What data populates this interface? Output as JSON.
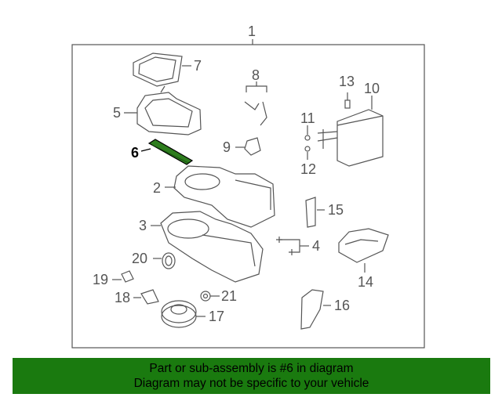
{
  "diagram": {
    "parts": [
      {
        "id": "1",
        "label": "1"
      },
      {
        "id": "2",
        "label": "2"
      },
      {
        "id": "3",
        "label": "3"
      },
      {
        "id": "4",
        "label": "4"
      },
      {
        "id": "5",
        "label": "5"
      },
      {
        "id": "6",
        "label": "6",
        "highlighted": true
      },
      {
        "id": "7",
        "label": "7"
      },
      {
        "id": "8",
        "label": "8"
      },
      {
        "id": "9",
        "label": "9"
      },
      {
        "id": "10",
        "label": "10"
      },
      {
        "id": "11",
        "label": "11"
      },
      {
        "id": "12",
        "label": "12"
      },
      {
        "id": "13",
        "label": "13"
      },
      {
        "id": "14",
        "label": "14"
      },
      {
        "id": "15",
        "label": "15"
      },
      {
        "id": "16",
        "label": "16"
      },
      {
        "id": "17",
        "label": "17"
      },
      {
        "id": "18",
        "label": "18"
      },
      {
        "id": "19",
        "label": "19"
      },
      {
        "id": "20",
        "label": "20"
      },
      {
        "id": "21",
        "label": "21"
      }
    ],
    "highlight_color": "#2e7d1e"
  },
  "banner": {
    "line1": "Part or sub-assembly is #6 in diagram",
    "line2": "Diagram may not be specific to your vehicle",
    "color": "#1a7a0f"
  }
}
